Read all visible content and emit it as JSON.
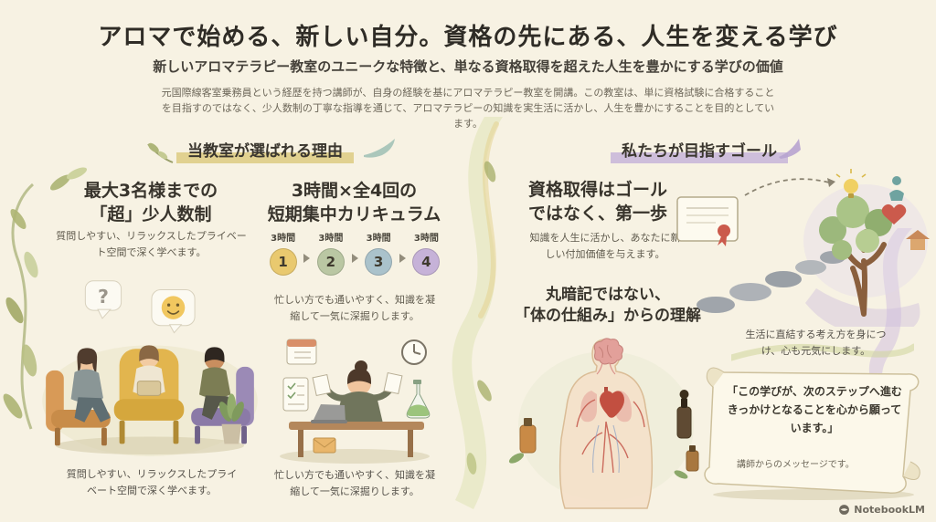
{
  "header": {
    "title": "アロマで始める、新しい自分。資格の先にある、人生を変える学び",
    "subtitle": "新しいアロマテラピー教室のユニークな特徴と、単なる資格取得を超えた人生を豊かにする学びの価値",
    "intro": "元国際線客室乗務員という経歴を持つ講師が、自身の経験を基にアロマテラピー教室を開講。この教室は、単に資格試験に合格することを目指すのではなく、少人数制の丁寧な指導を通じて、アロマテラピーの知識を実生活に活かし、人生を豊かにすることを目的としています。"
  },
  "reasons": {
    "header": "当教室が選ばれる理由",
    "small_group": {
      "title_line1": "最大3名様までの",
      "title_line2": "「超」少人数制",
      "description": "質問しやすい、リラックスしたプライベート空間で深く学べます。",
      "caption": "質問しやすい、リラックスしたプライベート空間で深く学べます。"
    },
    "curriculum": {
      "title_line1": "3時間×全4回の",
      "title_line2": "短期集中カリキュラム",
      "steps": [
        {
          "label": "3時間",
          "num": "1"
        },
        {
          "label": "3時間",
          "num": "2"
        },
        {
          "label": "3時間",
          "num": "3"
        },
        {
          "label": "3時間",
          "num": "4"
        }
      ],
      "description": "忙しい方でも通いやすく、知識を凝縮して一気に深掘りします。",
      "caption": "忙しい方でも通いやすく、知識を凝縮して一気に深掘りします。"
    }
  },
  "goals": {
    "header": "私たちが目指すゴール",
    "first_step": {
      "title_line1": "資格取得はゴール",
      "title_line2": "ではなく、第一歩",
      "description": "知識を人生に活かし、あなたに新しい付加価値を与えます。"
    },
    "body_mechanism": {
      "title_line1": "丸暗記ではない、",
      "title_line2": "「体の仕組み」からの理解"
    },
    "tree_caption": "生活に直結する考え方を身につけ、心も元気にします。",
    "message": {
      "quote": "「この学びが、次のステップへ進むきっかけとなることを心から願っています。」",
      "caption": "講師からのメッセージです。"
    }
  },
  "illustrations": {
    "question_mark": "?"
  },
  "palette": {
    "background": "#f7f2e3",
    "highlight_yellow": "#dbc878",
    "highlight_purple": "#beaad8",
    "step1_color": "#e9c96f",
    "step2_color": "#bac7a3",
    "step3_color": "#aac2cb",
    "step4_color": "#c6b2d8",
    "heart_red": "#c24f40"
  },
  "footer": {
    "watermark": "NotebookLM"
  }
}
